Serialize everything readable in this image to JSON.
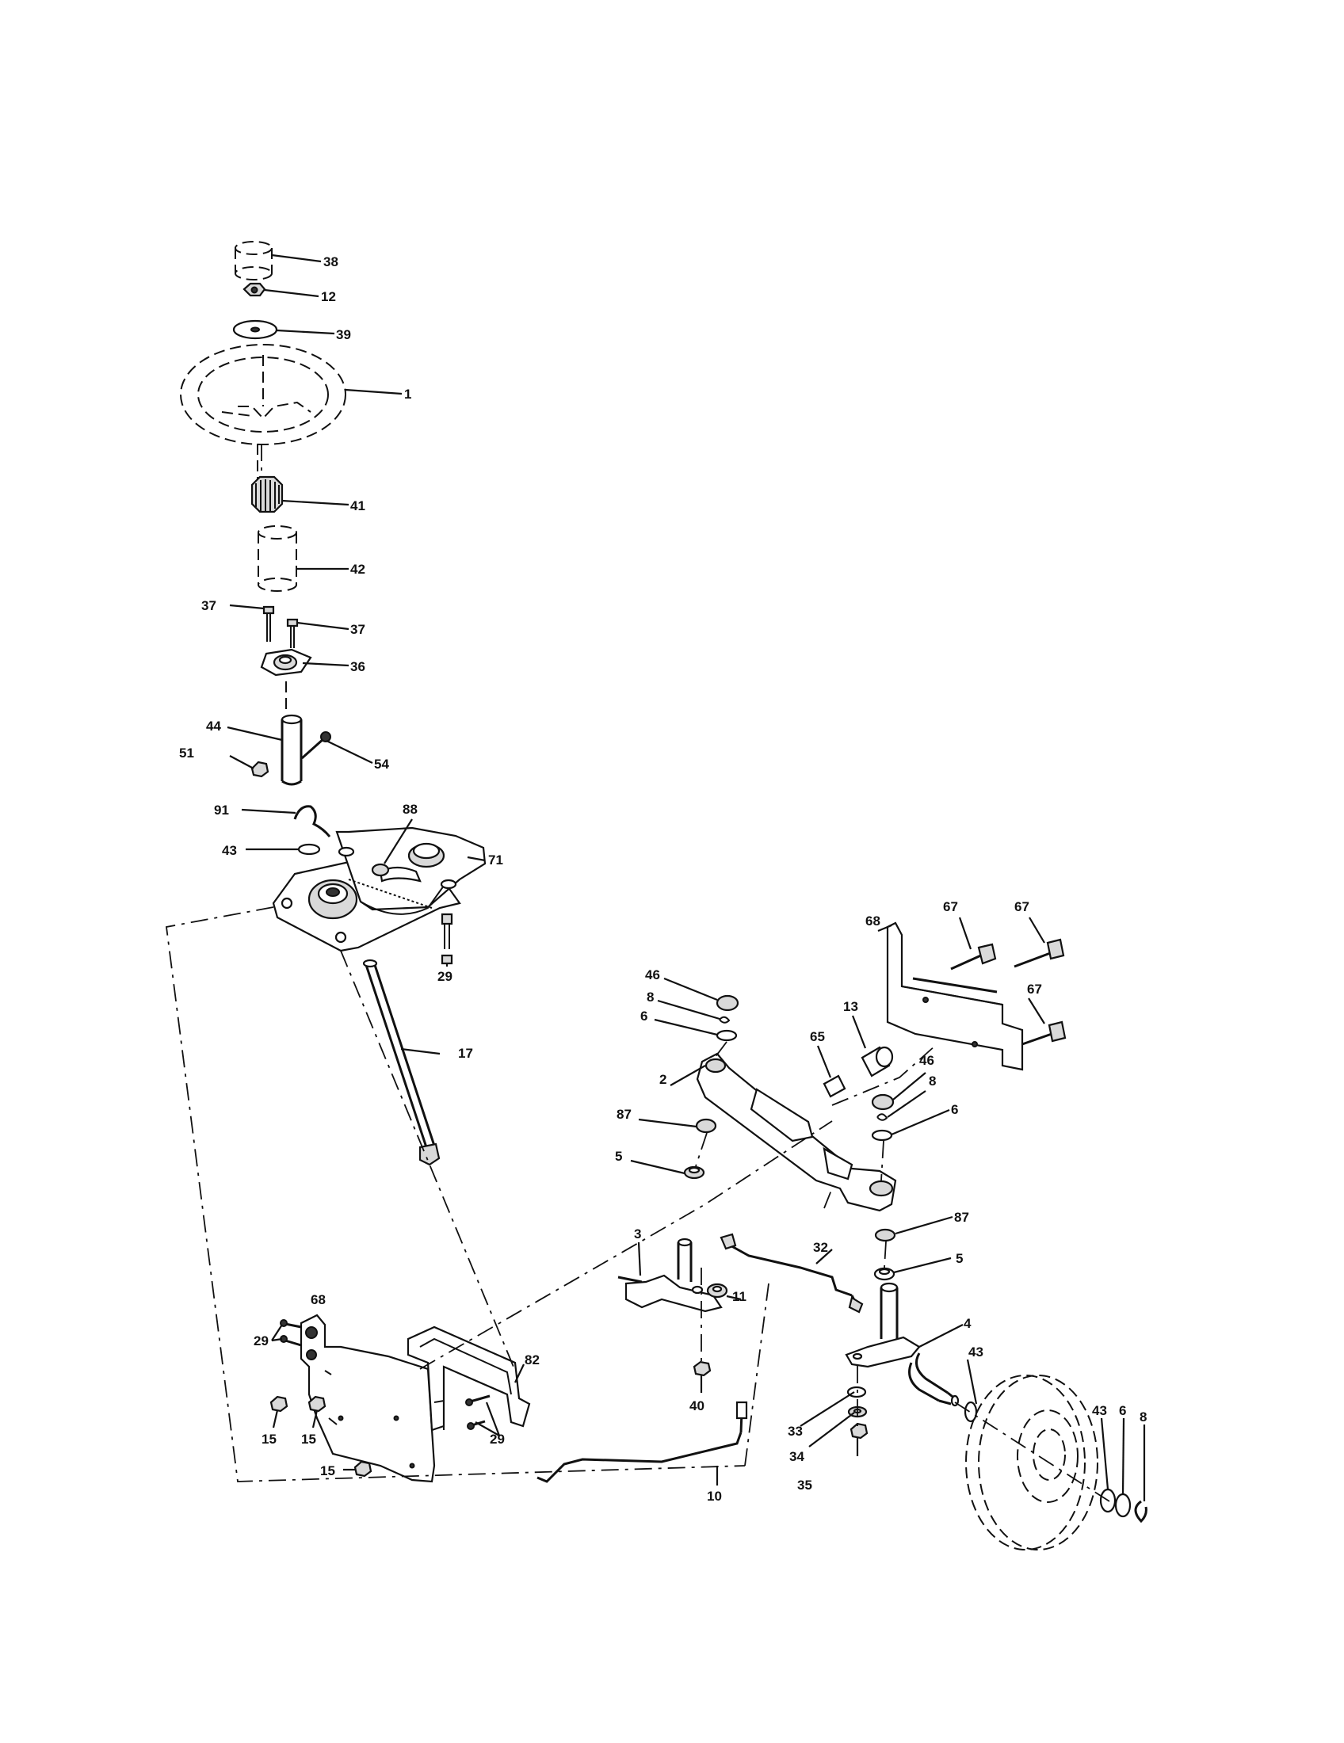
{
  "callouts": [
    {
      "id": "c38",
      "text": "38"
    },
    {
      "id": "c12",
      "text": "12"
    },
    {
      "id": "c39",
      "text": "39"
    },
    {
      "id": "c1",
      "text": "1"
    },
    {
      "id": "c41",
      "text": "41"
    },
    {
      "id": "c42",
      "text": "42"
    },
    {
      "id": "c37a",
      "text": "37"
    },
    {
      "id": "c37b",
      "text": "37"
    },
    {
      "id": "c36",
      "text": "36"
    },
    {
      "id": "c44",
      "text": "44"
    },
    {
      "id": "c54",
      "text": "54"
    },
    {
      "id": "c51",
      "text": "51"
    },
    {
      "id": "c91",
      "text": "91"
    },
    {
      "id": "c88",
      "text": "88"
    },
    {
      "id": "c43a",
      "text": "43"
    },
    {
      "id": "c71",
      "text": "71"
    },
    {
      "id": "c29a",
      "text": "29"
    },
    {
      "id": "c17",
      "text": "17"
    },
    {
      "id": "c68a",
      "text": "68"
    },
    {
      "id": "c67a",
      "text": "67"
    },
    {
      "id": "c67b",
      "text": "67"
    },
    {
      "id": "c67c",
      "text": "67"
    },
    {
      "id": "c46a",
      "text": "46"
    },
    {
      "id": "c8a",
      "text": "8"
    },
    {
      "id": "c6a",
      "text": "6"
    },
    {
      "id": "c13",
      "text": "13"
    },
    {
      "id": "c65",
      "text": "65"
    },
    {
      "id": "c2",
      "text": "2"
    },
    {
      "id": "c46b",
      "text": "46"
    },
    {
      "id": "c8b",
      "text": "8"
    },
    {
      "id": "c6b",
      "text": "6"
    },
    {
      "id": "c87a",
      "text": "87"
    },
    {
      "id": "c5a",
      "text": "5"
    },
    {
      "id": "c87b",
      "text": "87"
    },
    {
      "id": "c3",
      "text": "3"
    },
    {
      "id": "c32",
      "text": "32"
    },
    {
      "id": "c5b",
      "text": "5"
    },
    {
      "id": "c11",
      "text": "11"
    },
    {
      "id": "c68b",
      "text": "68"
    },
    {
      "id": "c4",
      "text": "4"
    },
    {
      "id": "c29b",
      "text": "29"
    },
    {
      "id": "c82",
      "text": "82"
    },
    {
      "id": "c43b",
      "text": "43"
    },
    {
      "id": "c40",
      "text": "40"
    },
    {
      "id": "c43c",
      "text": "43"
    },
    {
      "id": "c6c",
      "text": "6"
    },
    {
      "id": "c8c",
      "text": "8"
    },
    {
      "id": "c15a",
      "text": "15"
    },
    {
      "id": "c15b",
      "text": "15"
    },
    {
      "id": "c29c",
      "text": "29"
    },
    {
      "id": "c33",
      "text": "33"
    },
    {
      "id": "c34",
      "text": "34"
    },
    {
      "id": "c15c",
      "text": "15"
    },
    {
      "id": "c10",
      "text": "10"
    },
    {
      "id": "c35",
      "text": "35"
    }
  ]
}
